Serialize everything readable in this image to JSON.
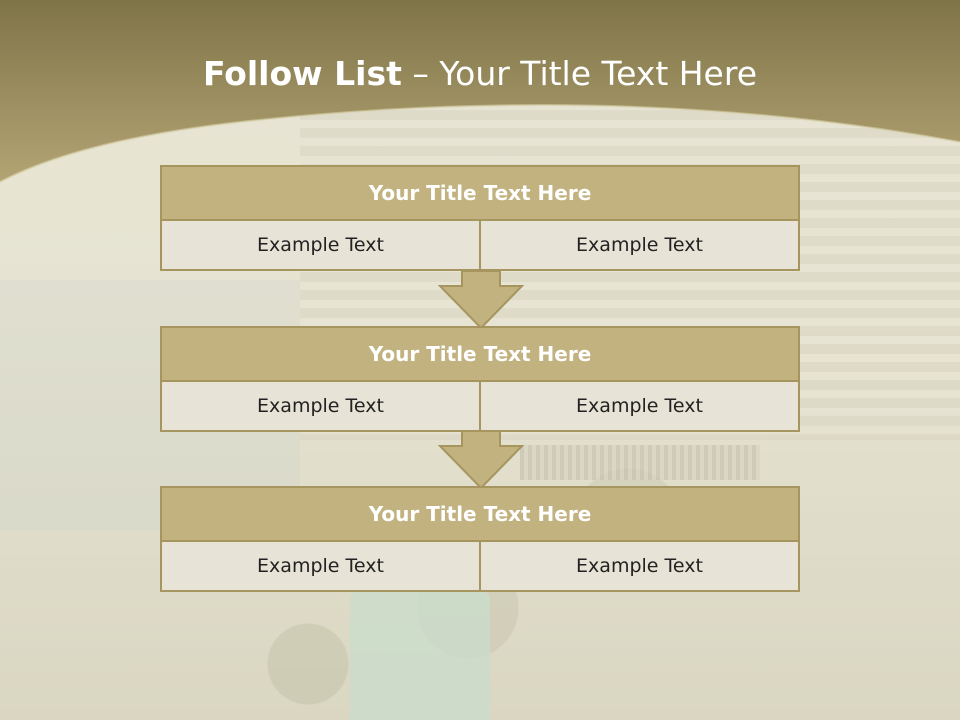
{
  "slide": {
    "title_strong": "Follow List",
    "title_rest": "– Your Title Text Here"
  },
  "colors": {
    "header": "#9c8f5e",
    "box_header": "#c1b27f",
    "box_border": "#a6955e",
    "cell_fill": "#e7e3d6"
  },
  "steps": [
    {
      "title": "Your Title Text Here",
      "left": "Example Text",
      "right": "Example Text"
    },
    {
      "title": "Your Title Text Here",
      "left": "Example Text",
      "right": "Example Text"
    },
    {
      "title": "Your Title Text Here",
      "left": "Example Text",
      "right": "Example Text"
    }
  ]
}
